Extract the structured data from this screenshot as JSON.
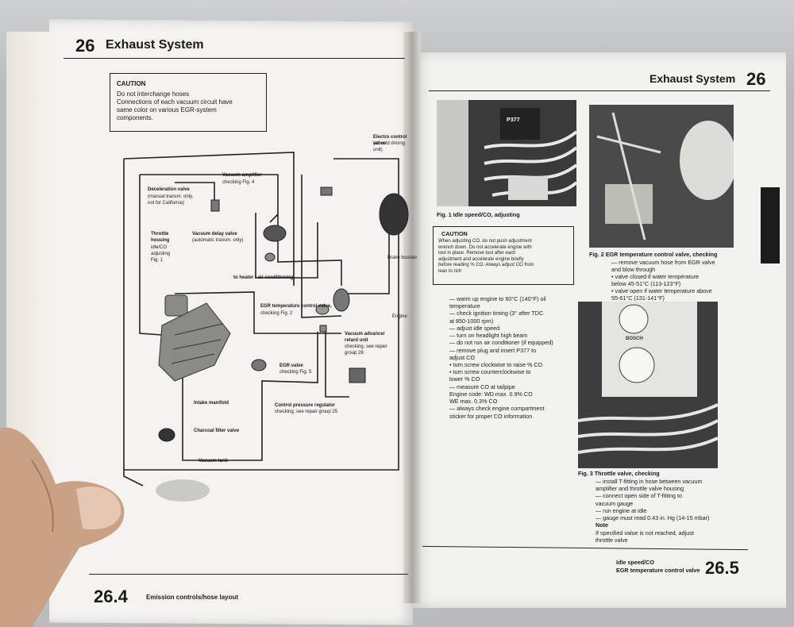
{
  "left_page": {
    "header_number": "26",
    "header_title": "Exhaust System",
    "caution": {
      "title": "CAUTION",
      "lines": [
        "Do not interchange hoses",
        "Connections of each vacuum circuit have",
        "same color on various EGR-system",
        "components."
      ]
    },
    "diagram_labels": {
      "electro_control": "Electro control valve",
      "electro_control_sub": "(all cold driving unit)",
      "deceleration": "Deceleration valve",
      "deceleration_sub1": "(manual transm. only,",
      "deceleration_sub2": "not for California)",
      "vacuum_amplifier": "Vacuum amplifier",
      "vacuum_amplifier_sub": "checking Fig. 4",
      "throttle": "Throttle",
      "throttle2": "housing",
      "throttle3": "idle/CO",
      "throttle4": "adjusting",
      "throttle5": "Fig. 1",
      "vacuum_delay": "Vacuum delay valve",
      "vacuum_delay_sub": "(automatic transm. only)",
      "brake_booster": "Brake booster",
      "to_heater": "to heater / air conditioning",
      "egr_temp": "EGR temperature control valve,",
      "egr_temp_sub": "checking Fig. 2",
      "vacuum_advance": "Vacuum advance/",
      "vacuum_advance2": "retard unit",
      "vacuum_advance3": "checking, see repair",
      "vacuum_advance4": "group 28",
      "egr_valve": "EGR valve",
      "egr_valve_sub": "checking Fig. 5",
      "intake_manifold": "Intake manifold",
      "control_pressure": "Control pressure regulator",
      "control_pressure_sub": "checking, see repair group 25",
      "charcoal": "Charcoal filter valve",
      "vacuum_tank": "Vacuum tank",
      "engine": "Engine"
    },
    "footer_number": "26.4",
    "footer_title": "Emission controls/hose layout"
  },
  "right_page": {
    "header_title": "Exhaust System",
    "header_number": "26",
    "fig1_caption": "Fig. 1   Idle speed/CO, adjusting",
    "fig1_photo_label": "P377",
    "caution": {
      "title": "CAUTION",
      "lines": [
        "When adjusting CO, do not push adjustment",
        "wrench down. Do not accelerate engine with",
        "tool in place. Remove tool after each",
        "adjustment and accelerate engine briefly",
        "before reading % CO. Always adjust CO from",
        "lean to rich"
      ]
    },
    "steps": [
      "— warm up engine to 60°C (140°F) oil",
      "   temperature",
      "— check ignition timing (3° after TDC",
      "   at 850-1000 rpm)",
      "— adjust idle speed",
      "— turn on headlight high beam",
      "— do not run air conditioner (if equipped)",
      "— remove plug and insert P377 to",
      "   adjust CO",
      "   • turn screw clockwise to raise % CO",
      "   • turn screw counterclockwise to",
      "     lower % CO",
      "— measure CO at tailpipe",
      "   Engine code: WD max. 0.9% CO",
      "                      WE max. 0.3% CO",
      "— always check engine compartment",
      "   sticker for proper CO information"
    ],
    "fig2_caption": "Fig. 2   EGR temperature control valve, checking",
    "fig2_lines": [
      "— remove vacuum hose from EGR valve",
      "   and blow through",
      "   • valve closed if water temperature",
      "     below 45-51°C (113-123°F)",
      "   • valve open if water temperature above",
      "     55-61°C (131-141°F)"
    ],
    "fig3_caption": "Fig. 3   Throttle valve, checking",
    "fig3_lines": [
      "— install T-fitting in hose between vacuum",
      "   amplifier and throttle valve housing",
      "— connect open side of T-fitting to",
      "   vacuum gauge",
      "— run engine at idle",
      "— gauge must read 0.43 in. Hg (14-15 mbar)"
    ],
    "note_title": "Note",
    "note_lines": [
      "If specified value is not reached, adjust",
      "throttle valve"
    ],
    "footer_sub1": "Idle speed/CO",
    "footer_sub2": "EGR temperature control valve",
    "footer_number": "26.5",
    "gauge_brand": "BOSCH"
  }
}
